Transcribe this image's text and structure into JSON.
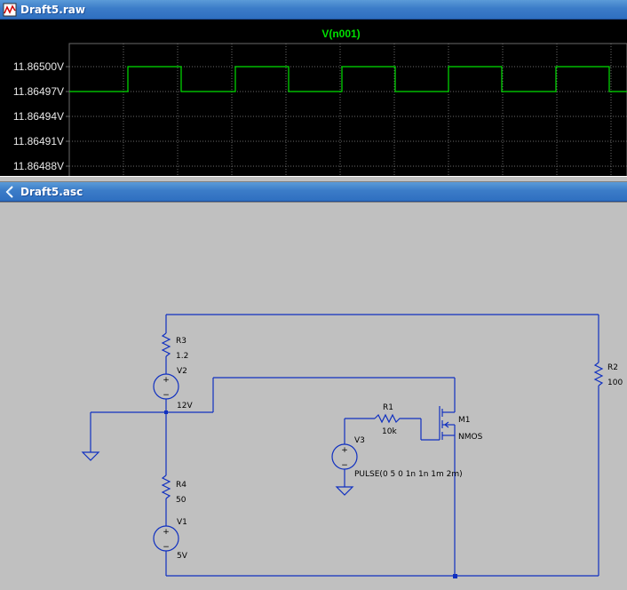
{
  "raw_window": {
    "title": "Draft5.raw",
    "icon": "waveform-viewer-icon",
    "trace_label": "V(n001)",
    "trace_color": "#00e000",
    "background": "#000000",
    "grid_color": "#6a6a6a",
    "y_tick_labels": [
      "11.86500V",
      "11.86497V",
      "11.86494V",
      "11.86491V",
      "11.86488V"
    ]
  },
  "asc_window": {
    "title": "Draft5.asc",
    "icon": "schematic-editor-icon",
    "wire_color": "#1030c0"
  },
  "chart_data": {
    "type": "line",
    "title": "V(n001)",
    "xlabel": "",
    "ylabel": "",
    "y_ticks": [
      11.865,
      11.86497,
      11.86494,
      11.86491,
      11.86488
    ],
    "grid": true,
    "series": [
      {
        "name": "V(n001)",
        "color": "#00e000",
        "shape": "square-wave",
        "low": 11.86497,
        "high": 11.865,
        "periods_shown": 5
      }
    ]
  },
  "schematic": {
    "components": [
      {
        "ref": "R3",
        "value": "1.2"
      },
      {
        "ref": "V2",
        "value": "12V"
      },
      {
        "ref": "R4",
        "value": "50"
      },
      {
        "ref": "V1",
        "value": "5V"
      },
      {
        "ref": "R1",
        "value": "10k"
      },
      {
        "ref": "M1",
        "value": "NMOS"
      },
      {
        "ref": "V3",
        "value": "PULSE(0 5 0 1n 1n 1m 2m)"
      },
      {
        "ref": "R2",
        "value": "100"
      }
    ],
    "polarity_plus": "+",
    "polarity_minus": "−"
  }
}
